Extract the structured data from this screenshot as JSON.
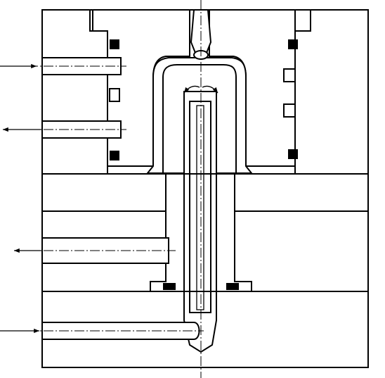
{
  "colors": {
    "line": "#000000",
    "paper": "#ffffff",
    "seal": "#000000"
  },
  "diagram": {
    "kind": "injection-blow-mold-section",
    "ports": [
      {
        "name": "port-1",
        "direction": "in"
      },
      {
        "name": "port-2",
        "direction": "out"
      },
      {
        "name": "port-3",
        "direction": "out"
      },
      {
        "name": "port-4",
        "direction": "in"
      }
    ],
    "seals": 6,
    "labels": []
  }
}
